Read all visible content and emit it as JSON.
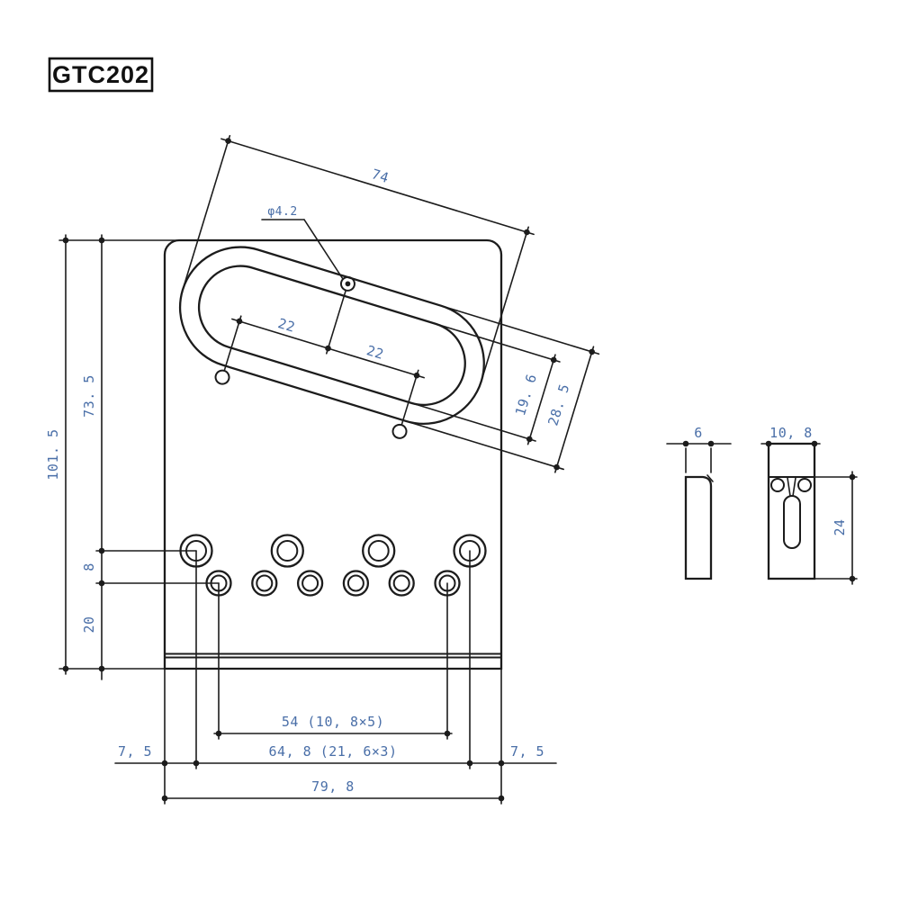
{
  "title": "GTC202",
  "colors": {
    "line": "#1c1c1c",
    "dim_text": "#4a6fa8",
    "background": "#ffffff"
  },
  "front_view": {
    "overall_height": "101. 5",
    "top_to_mount_row": "73. 5",
    "row_gap": "8",
    "mount_row_to_bottom": "20",
    "string_hole_span": "54 (10, 8×5)",
    "mount_hole_span": "64, 8 (21, 6×3)",
    "left_margin": "7, 5",
    "right_margin": "7, 5",
    "overall_width": "79, 8",
    "pickup_opening_length": "74",
    "pickup_hole_pitch_left": "22",
    "pickup_hole_pitch_right": "22",
    "center_hole_diameter": "φ4.2",
    "opening_inner_width": "19. 6",
    "opening_outer_width": "28. 5"
  },
  "side_view": {
    "plate_thickness": "6"
  },
  "saddle_view": {
    "width": "10, 8",
    "height": "24"
  }
}
